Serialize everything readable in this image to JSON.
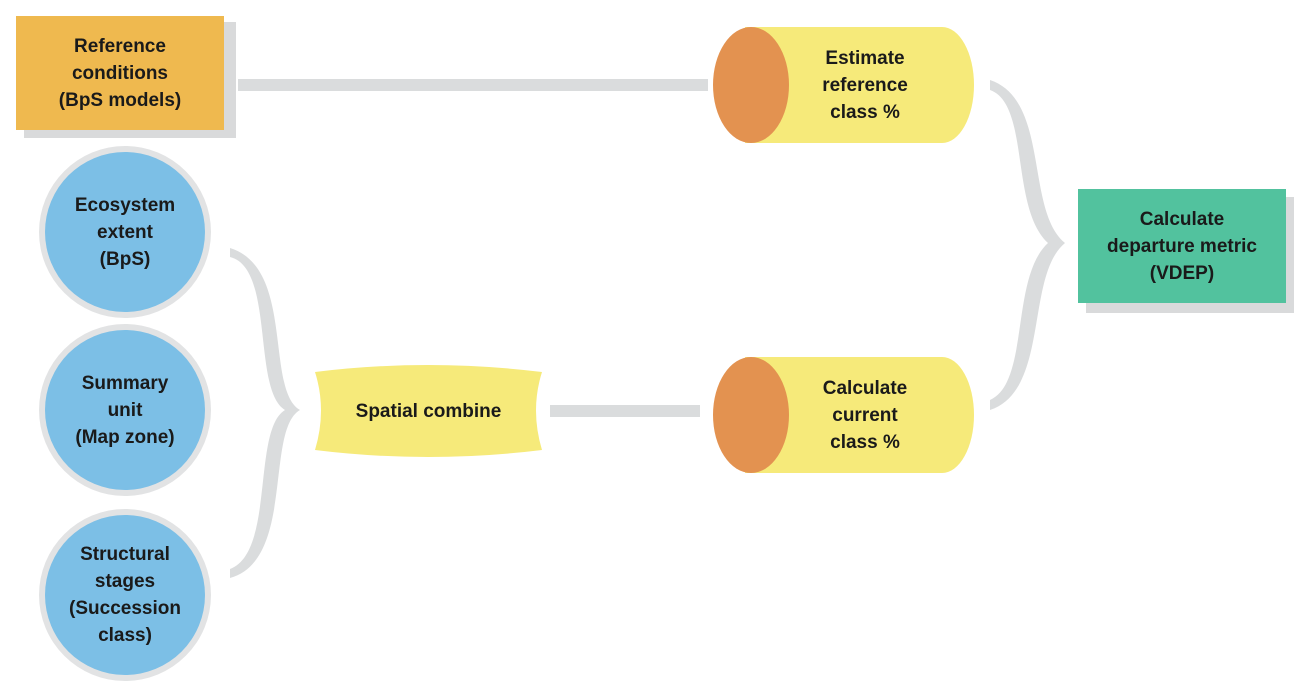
{
  "colors": {
    "reference_box": "#efb94f",
    "circle": "#7cbfe6",
    "process": "#f6ea7a",
    "cap": "#e39250",
    "output_box": "#52c29e",
    "connector": "#dadcdd",
    "shadow": "#d9dadb"
  },
  "nodes": {
    "reference_conditions": "Reference\nconditions\n(BpS models)",
    "ecosystem_extent": "Ecosystem\nextent\n(BpS)",
    "summary_unit": "Summary\nunit\n(Map zone)",
    "structural_stages": "Structural\nstages\n(Succession\nclass)",
    "spatial_combine": "Spatial combine",
    "estimate_reference": "Estimate\nreference\nclass %",
    "calculate_current": "Calculate\ncurrent\nclass %",
    "calculate_departure": "Calculate\ndeparture metric\n(VDEP)"
  }
}
